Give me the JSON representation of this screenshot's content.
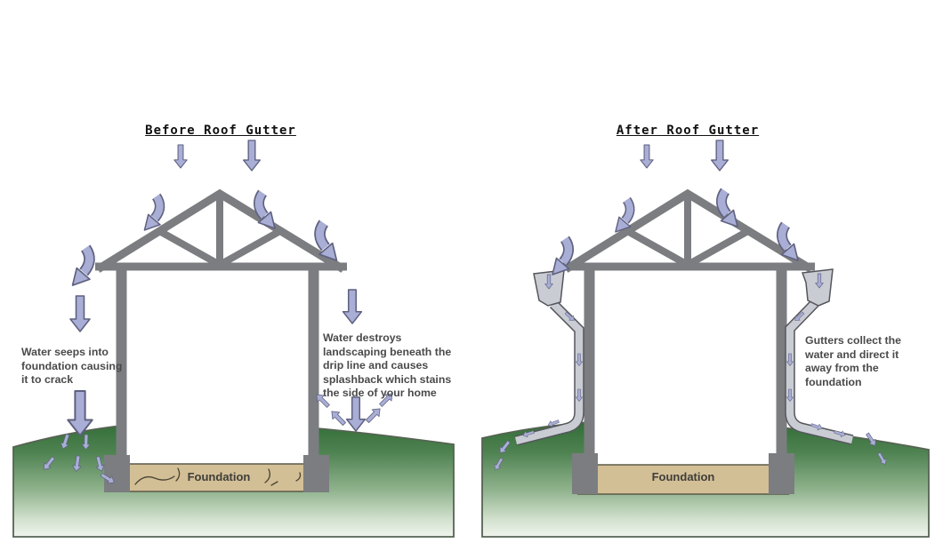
{
  "diagram": {
    "before": {
      "title": "Before Roof Gutter",
      "note_left": "Water seeps into foundation causing it to crack",
      "note_right": "Water destroys landscaping beneath the drip line and causes splashback which stains the side of your home",
      "foundation_label": "Foundation"
    },
    "after": {
      "title": "After Roof Gutter",
      "note_right": "Gutters collect the water and direct it away from the foundation",
      "foundation_label": "Foundation"
    },
    "colors": {
      "arrow_fill": "#a9aed6",
      "arrow_outline": "#5f617f",
      "structure": "#7b7d80",
      "foundation": "#d3bf96",
      "gutter": "#c9ccd3",
      "grass_top": "#2c6830"
    },
    "icons": {
      "rain_arrow": "straight-down-arrow",
      "flow_arrow": "curved-arrow",
      "seep_arrow": "small-scatter-arrow"
    }
  }
}
